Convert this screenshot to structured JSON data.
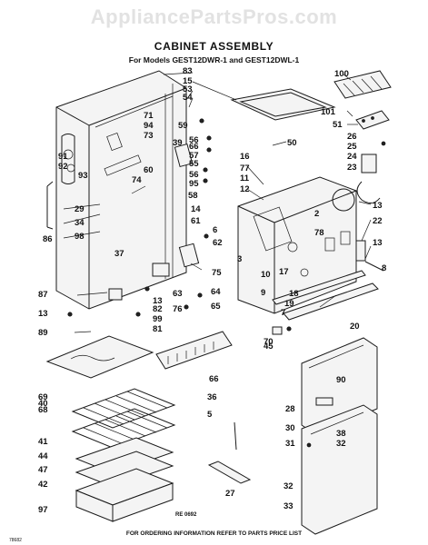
{
  "watermark": "AppliancePartsPros.com",
  "title": "CABINET ASSEMBLY",
  "subtitle": "For Models GEST12DWR-1 and GEST12DWL-1",
  "footer": "FOR ORDERING INFORMATION REFER TO PARTS PRICE LIST",
  "ref_number": "RE 0692",
  "corner_code": "78682",
  "callouts": [
    "83",
    "15",
    "53",
    "54",
    "100",
    "101",
    "51",
    "26",
    "25",
    "24",
    "23",
    "71",
    "94",
    "73",
    "59",
    "56",
    "66",
    "57",
    "55",
    "39",
    "60",
    "74",
    "56",
    "95",
    "50",
    "16",
    "77",
    "11",
    "12",
    "91",
    "92",
    "93",
    "29",
    "34",
    "98",
    "86",
    "58",
    "14",
    "61",
    "62",
    "6",
    "37",
    "3",
    "10",
    "9",
    "17",
    "18",
    "19",
    "7",
    "2",
    "78",
    "13",
    "22",
    "13",
    "8",
    "20",
    "75",
    "13",
    "82",
    "99",
    "81",
    "63",
    "76",
    "64",
    "65",
    "87",
    "13",
    "89",
    "70",
    "45",
    "69",
    "68",
    "66",
    "36",
    "5",
    "27",
    "90",
    "28",
    "30",
    "31",
    "38",
    "32",
    "40",
    "41",
    "44",
    "47",
    "42",
    "97",
    "32",
    "33"
  ]
}
